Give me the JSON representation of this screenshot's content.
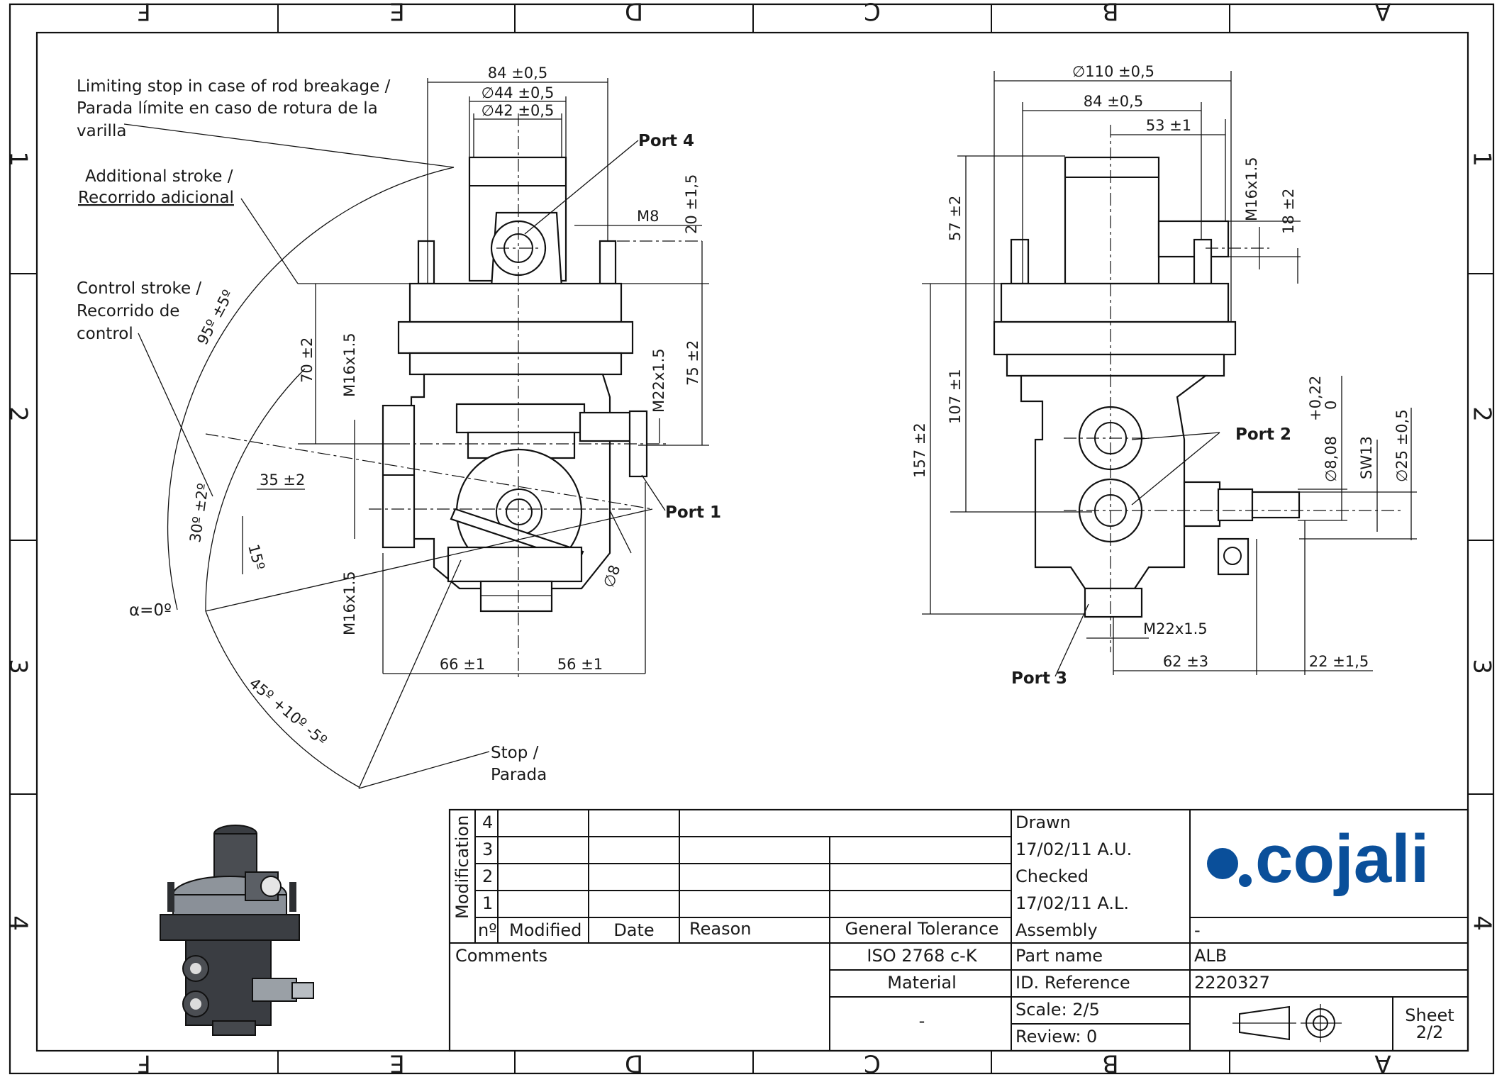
{
  "grid": {
    "columns": [
      "F",
      "E",
      "D",
      "C",
      "B",
      "A"
    ],
    "rows": [
      "1",
      "2",
      "3",
      "4"
    ]
  },
  "notes": {
    "limiting_stop_1": "Limiting stop in case of rod breakage /",
    "limiting_stop_2": "Parada límite en caso de rotura de la",
    "limiting_stop_3": "varilla",
    "additional_stroke_1": "Additional stroke /",
    "additional_stroke_2": "Recorrido adicional",
    "control_stroke_1": "Control stroke /",
    "control_stroke_2": "Recorrido de",
    "control_stroke_3": "control",
    "stop_1": "Stop /",
    "stop_2": "Parada",
    "alpha_zero": "α=0º"
  },
  "ports": {
    "port1": "Port 1",
    "port2": "Port 2",
    "port3": "Port 3",
    "port4": "Port 4"
  },
  "front_view_dims": {
    "width_top": "84 ±0,5",
    "dia44": "∅44 ±0,5",
    "dia42": "∅42 ±0,5",
    "m8": "M8",
    "h20": "20 ±1,5",
    "h70": "70 ±2",
    "m16_upper": "M16x1.5",
    "m22": "M22x1.5",
    "h75": "75 ±2",
    "d35": "35 ±2",
    "angle15": "15º",
    "dia8": "∅8",
    "m16_lower": "M16x1.5",
    "w66": "66 ±1",
    "w56": "56 ±1",
    "angle95": "95º ±5º",
    "angle30": "30º ±2º",
    "angle45": "45º +10º -5º"
  },
  "side_view_dims": {
    "dia110": "∅110 ±0,5",
    "width84": "84 ±0,5",
    "w53": "53 ±1",
    "h57": "57 ±2",
    "m16": "M16x1.5",
    "h18": "18 ±2",
    "h107": "107 ±1",
    "h157": "157 ±2",
    "tol_plus": "+0,22",
    "tol_zero": "0",
    "dia808": "∅8,08",
    "sw13": "SW13",
    "dia25": "∅25 ±0,5",
    "m22": "M22x1.5",
    "w62": "62 ±3",
    "w22": "22 ±1,5"
  },
  "title_block": {
    "modification_label": "Modification",
    "rev_numbers": [
      "4",
      "3",
      "2",
      "1"
    ],
    "no_label": "nº",
    "modified_label": "Modified",
    "date_label": "Date",
    "reason_label": "Reason",
    "general_tolerance_label": "General Tolerance",
    "general_tolerance_value": "ISO 2768 c-K",
    "comments_label": "Comments",
    "material_label": "Material",
    "material_value": "-",
    "drawn_label": "Drawn",
    "drawn_value": "17/02/11 A.U.",
    "checked_label": "Checked",
    "checked_value": "17/02/11 A.L.",
    "assembly_label": "Assembly",
    "assembly_value": "-",
    "part_name_label": "Part name",
    "part_name_value": "ALB",
    "id_label": "ID. Reference",
    "id_value": "2220327",
    "scale_label": "Scale: 2/5",
    "review_label": "Review: 0",
    "sheet_label": "Sheet",
    "sheet_value": "2/2",
    "logo_text": "cojali",
    "logo_color": "#0a4f9a"
  }
}
